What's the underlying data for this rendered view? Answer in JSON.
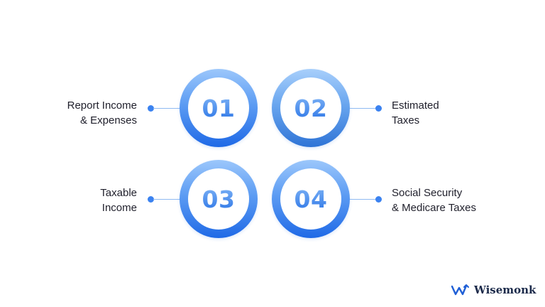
{
  "steps": [
    {
      "number": "01",
      "label_line1": "Report Income",
      "label_line2": "& Expenses"
    },
    {
      "number": "02",
      "label_line1": "Estimated",
      "label_line2": "Taxes"
    },
    {
      "number": "03",
      "label_line1": "Taxable",
      "label_line2": "Income"
    },
    {
      "number": "04",
      "label_line1": "Social Security",
      "label_line2": "& Medicare Taxes"
    }
  ],
  "brand": {
    "name": "Wisemonk",
    "logo_icon": "wisemonk-logo-icon"
  },
  "colors": {
    "accent": "#2a74e6",
    "connector": "#8fbaf2",
    "dot": "#3b82f0",
    "text": "#1f1f2b"
  }
}
